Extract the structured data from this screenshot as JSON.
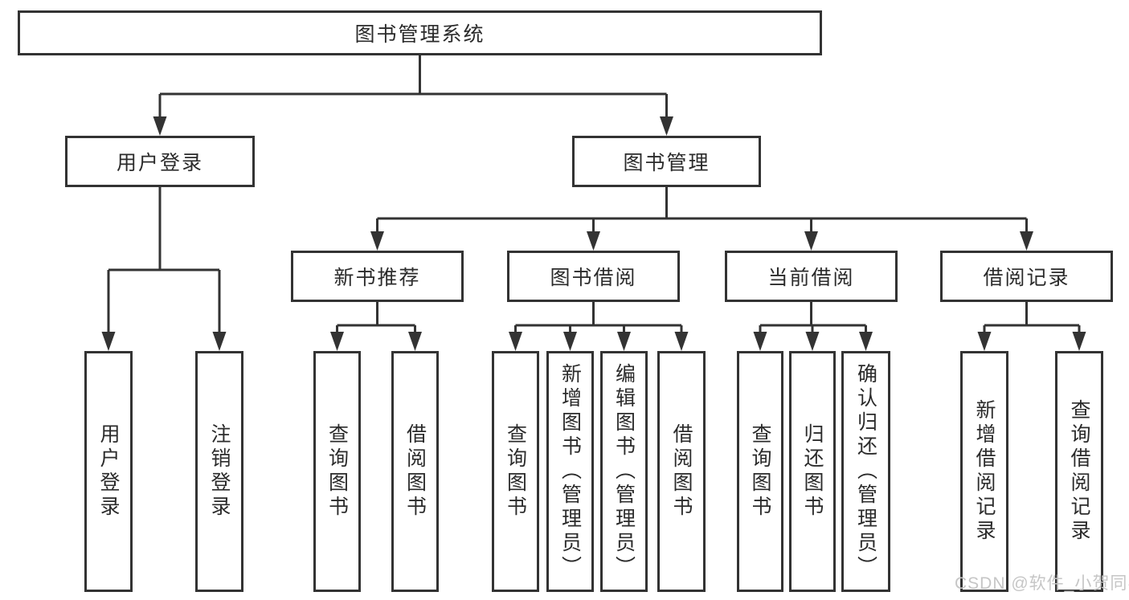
{
  "nodes": {
    "root": "图书管理系统",
    "user_login": "用户登录",
    "book_mgmt": "图书管理",
    "new_book_rec": "新书推荐",
    "book_borrow": "图书借阅",
    "current_borrow": "当前借阅",
    "borrow_records": "借阅记录",
    "login": "用户登录",
    "logout": "注销登录",
    "rec_query_book": "查询图书",
    "rec_borrow_book": "借阅图书",
    "bb_query_book": "查询图书",
    "bb_add_book": "新增图书（管理员）",
    "bb_edit_book": "编辑图书（管理员）",
    "bb_borrow_book": "借阅图书",
    "cb_query_book": "查询图书",
    "cb_return_book": "归还图书",
    "cb_confirm_return": "确认归还（管理员）",
    "br_add_record": "新增借阅记录",
    "br_query_record": "查询借阅记录"
  },
  "hierarchy": {
    "图书管理系统": {
      "用户登录": [
        "用户登录",
        "注销登录"
      ],
      "图书管理": {
        "新书推荐": [
          "查询图书",
          "借阅图书"
        ],
        "图书借阅": [
          "查询图书",
          "新增图书（管理员）",
          "编辑图书（管理员）",
          "借阅图书"
        ],
        "当前借阅": [
          "查询图书",
          "归还图书",
          "确认归还（管理员）"
        ],
        "借阅记录": [
          "新增借阅记录",
          "查询借阅记录"
        ]
      }
    }
  },
  "watermark": "CSDN @软件_小贺同学",
  "colors": {
    "line": "#333333",
    "node_border": "#333333",
    "node_fill": "#ffffff",
    "text": "#2b2b2b",
    "watermark": "#c6c6c6",
    "background": "#ffffff"
  }
}
